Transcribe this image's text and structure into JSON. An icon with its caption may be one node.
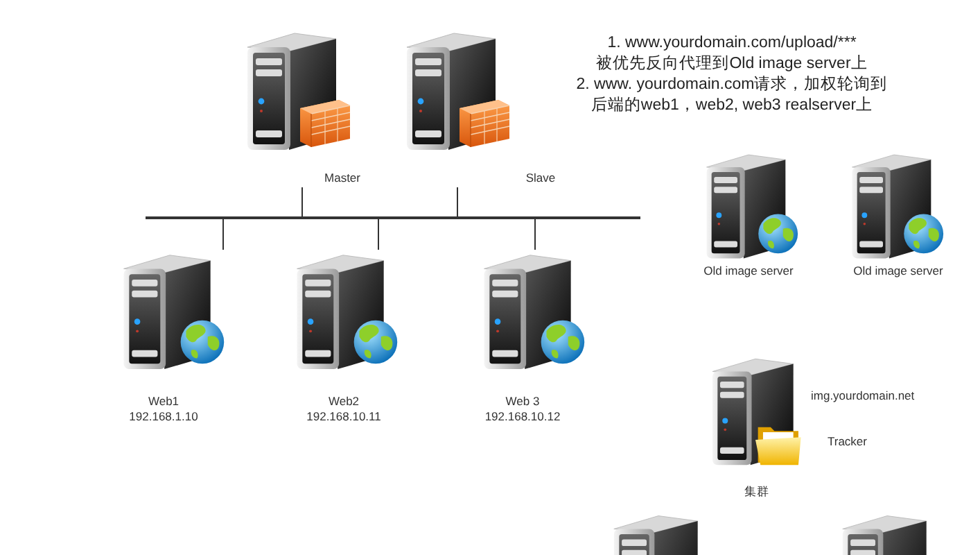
{
  "diagram": {
    "nodes": [
      {
        "text": [
          "Master"
        ]
      },
      {
        "text": [
          "Slave"
        ]
      },
      {
        "text": [],
        "shape": "bar"
      },
      {
        "text": [
          "Web1",
          "192.168.1.10"
        ]
      },
      {
        "text": [
          "Web2",
          "192.168.10.11"
        ]
      },
      {
        "text": [
          "Web 3",
          "192.168.10.12"
        ]
      },
      {
        "text": [
          "Old image server"
        ]
      },
      {
        "text": [
          "Old image server"
        ]
      },
      {
        "text": [
          "集群"
        ],
        "beside": [
          "img.yourdomain.net",
          "Tracker"
        ]
      },
      {
        "text": [],
        "shape": "picture"
      },
      {
        "text": [],
        "shape": "picture"
      }
    ],
    "edges": [
      {
        "from": 0,
        "to": 2,
        "arrow": "none"
      },
      {
        "from": 1,
        "to": 2,
        "arrow": "none"
      },
      {
        "from": 3,
        "to": 2,
        "arrow": "none"
      },
      {
        "from": 4,
        "to": 2,
        "arrow": "none"
      },
      {
        "from": 5,
        "to": 2,
        "arrow": "none"
      }
    ],
    "labels": [
      "1. www.yourdomain.com/upload/***",
      "被优先反向代理到Old image server上",
      "2. www. yourdomain.com请求，加权轮询到",
      "后端的web1，web2, web3 realserver上"
    ]
  }
}
